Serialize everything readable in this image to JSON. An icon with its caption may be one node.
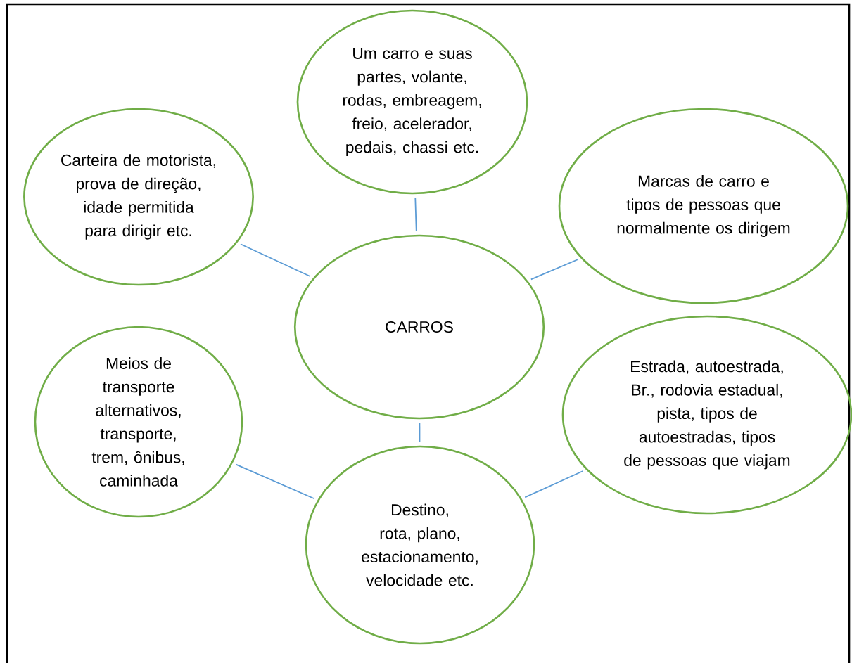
{
  "diagram": {
    "nodes": [
      {
        "text": [
          "CARROS"
        ]
      },
      {
        "text": [
          "Um carro e suas partes, volante, rodas, embreagem, freio, acelerador, pedais, chassi etc."
        ]
      },
      {
        "text": [
          "Carteira de motorista, prova de direção, idade permitida para dirigir etc."
        ]
      },
      {
        "text": [
          "Marcas de carro e tipos de pessoas que normalmente os dirigem"
        ]
      },
      {
        "text": [
          "Meios de transporte alternativos, transporte, trem, ônibus, caminhada"
        ]
      },
      {
        "text": [
          "Estrada, autoestrada, Br., rodovia estadual, pista, tipos de autoestradas, tipos de pessoas que viajam"
        ]
      },
      {
        "text": [
          "Destino, rota, plano, estacionamento, velocidade etc."
        ]
      }
    ],
    "edges": [
      {
        "from": 1,
        "to": 0,
        "arrow": "none"
      },
      {
        "from": 2,
        "to": 0,
        "arrow": "none"
      },
      {
        "from": 3,
        "to": 0,
        "arrow": "none"
      },
      {
        "from": 0,
        "to": 6,
        "arrow": "none"
      },
      {
        "from": 4,
        "to": 6,
        "arrow": "none"
      },
      {
        "from": 5,
        "to": 6,
        "arrow": "none"
      }
    ]
  }
}
